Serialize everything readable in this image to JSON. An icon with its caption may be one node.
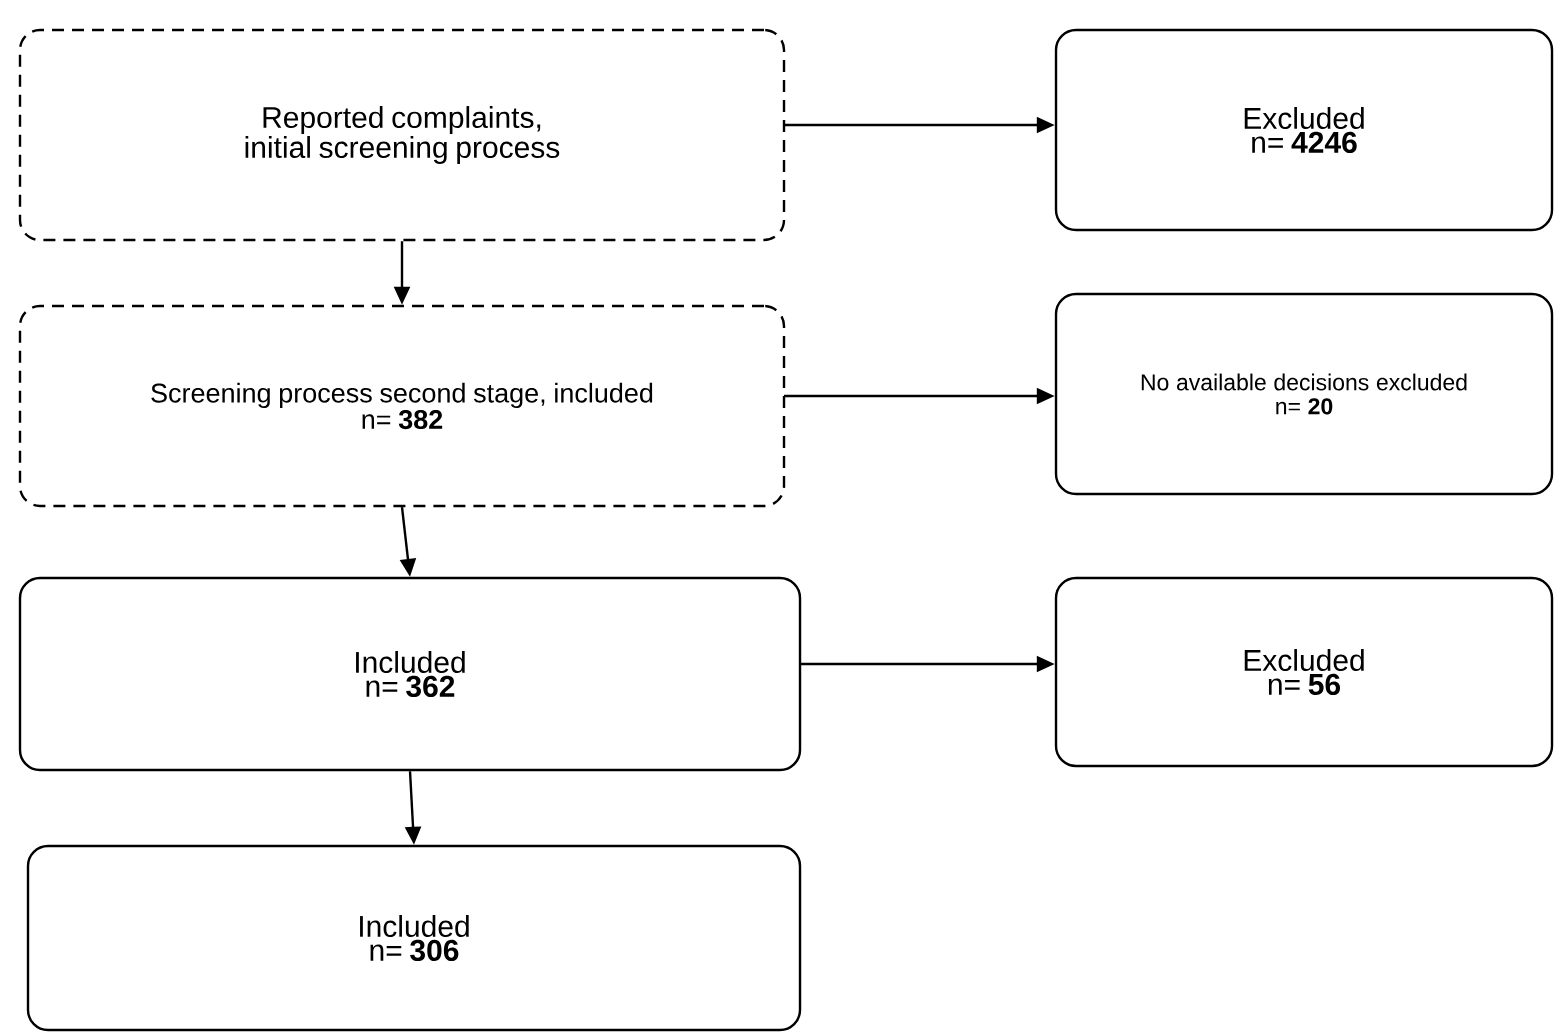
{
  "diagram": {
    "nodes": [
      {
        "text": [
          "Reported complaints, initial screening process"
        ]
      },
      {
        "text": [
          "Excluded",
          "n= **4246**"
        ]
      },
      {
        "text": [
          "Screening process second stage, included",
          "n= **382**"
        ]
      },
      {
        "text": [
          "No available decisions excluded",
          "n= **20**"
        ]
      },
      {
        "text": [
          "Included",
          "n= **362**"
        ]
      },
      {
        "text": [
          "Excluded",
          "n= **56**"
        ]
      },
      {
        "text": [
          "Included",
          "n= **306**"
        ]
      }
    ],
    "edges": [
      {
        "from": 0,
        "to": 1,
        "arrow": "to"
      },
      {
        "from": 0,
        "to": 2,
        "arrow": "to"
      },
      {
        "from": 2,
        "to": 3,
        "arrow": "to"
      },
      {
        "from": 2,
        "to": 4,
        "arrow": "to"
      },
      {
        "from": 4,
        "to": 5,
        "arrow": "to"
      },
      {
        "from": 4,
        "to": 6,
        "arrow": "to"
      }
    ]
  }
}
